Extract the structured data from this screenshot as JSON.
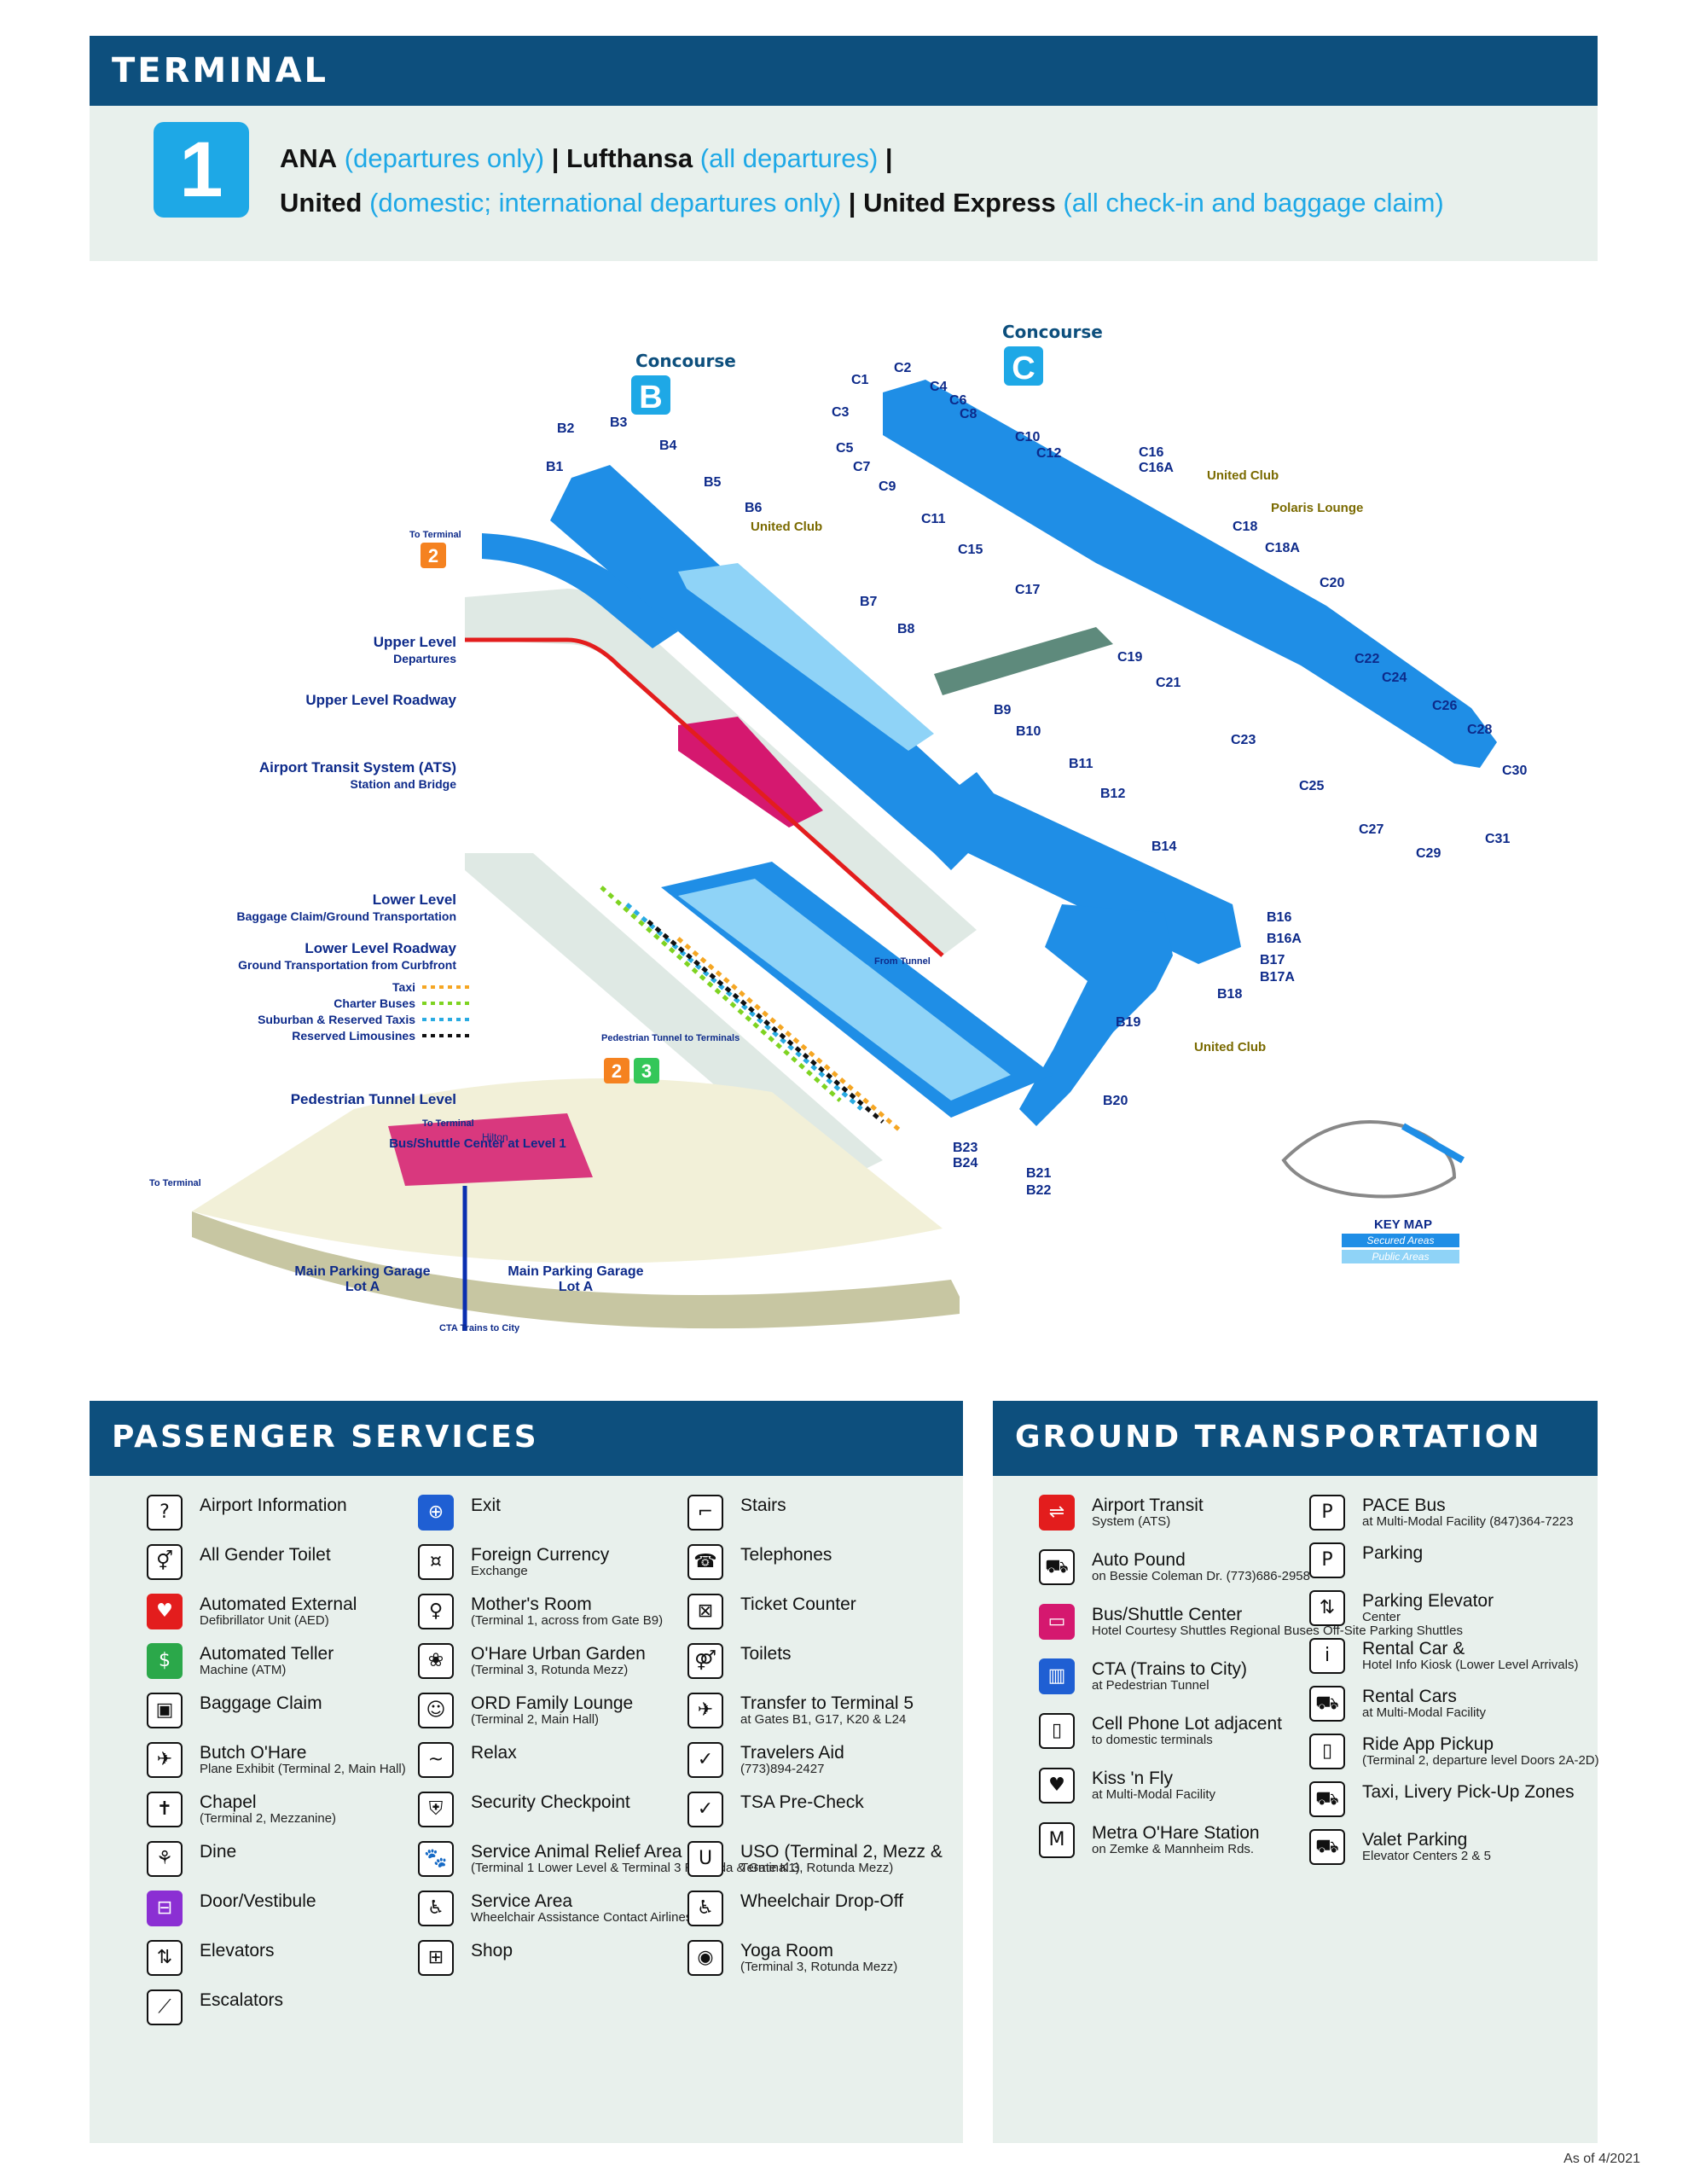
{
  "header": {
    "title": "TERMINAL",
    "terminal_number": "1"
  },
  "airlines": {
    "line1": [
      {
        "name": "ANA",
        "note": "(departures only)"
      },
      {
        "sep": "|"
      },
      {
        "name": "Lufthansa",
        "note": "(all departures)"
      },
      {
        "sep": "|"
      }
    ],
    "line2": [
      {
        "name": "United",
        "note": "(domestic; international departures only)"
      },
      {
        "sep": "|"
      },
      {
        "name": "United Express",
        "note": "(all check-in and baggage claim)"
      }
    ]
  },
  "map": {
    "concourse_b_title": "Concourse",
    "concourse_b": "B",
    "concourse_c_title": "Concourse",
    "concourse_c": "C",
    "gates_b": [
      "B1",
      "B2",
      "B3",
      "B4",
      "B5",
      "B6",
      "B7",
      "B8",
      "B9",
      "B10",
      "B11",
      "B12",
      "B14",
      "B16",
      "B16A",
      "B17",
      "B17A",
      "B18",
      "B19",
      "B20",
      "B21",
      "B22",
      "B23",
      "B24"
    ],
    "gates_c": [
      "C1",
      "C2",
      "C3",
      "C4",
      "C5",
      "C6",
      "C7",
      "C8",
      "C9",
      "C10",
      "C11",
      "C12",
      "C15",
      "C16",
      "C16A",
      "C17",
      "C18",
      "C18A",
      "C19",
      "C20",
      "C21",
      "C22",
      "C23",
      "C24",
      "C25",
      "C26",
      "C27",
      "C28",
      "C29",
      "C30",
      "C31"
    ],
    "callouts": {
      "united_club": "United Club",
      "polaris_lounge": "Polaris Lounge",
      "to_terminal": "To Terminal",
      "from_tunnel": "From Tunnel",
      "pedestrian_tunnel_to_terminals": "Pedestrian Tunnel to Terminals",
      "hilton": "Hilton",
      "bus_shuttle_center": "Bus/Shuttle Center at Level 1",
      "main_parking_garage": "Main Parking Garage",
      "lot_a": "Lot A",
      "cta_trains": "CTA Trains to City"
    },
    "levels": {
      "upper_level": "Upper Level",
      "departures": "Departures",
      "upper_level_roadway": "Upper Level Roadway",
      "ats": "Airport Transit System (ATS)",
      "ats_sub": "Station and Bridge",
      "lower_level": "Lower Level",
      "lower_level_sub": "Baggage Claim/Ground Transportation",
      "lower_roadway": "Lower Level Roadway",
      "lower_roadway_sub": "Ground Transportation from Curbfront",
      "taxi": "Taxi",
      "charter_buses": "Charter Buses",
      "suburban_taxis": "Suburban & Reserved Taxis",
      "reserved_limousines": "Reserved Limousines",
      "pedestrian_tunnel_level": "Pedestrian Tunnel Level"
    },
    "keymap": {
      "title": "KEY MAP",
      "secured": "Secured Areas",
      "public": "Public Areas"
    },
    "colors": {
      "secured": "#1f8ee6",
      "public": "#8fd3f7",
      "ats": "#d5186f",
      "taxi": "#f5a623",
      "charter": "#7ed321",
      "suburban": "#29abe2",
      "limo": "#111111"
    }
  },
  "passenger_services": {
    "title": "PASSENGER SERVICES",
    "col1": [
      {
        "icon": "question-icon",
        "label": "Airport Information",
        "sub": ""
      },
      {
        "icon": "all-gender-toilet-icon",
        "label": "All Gender Toilet",
        "sub": ""
      },
      {
        "icon": "aed-icon",
        "label": "Automated External",
        "sub": "Defibrillator Unit (AED)"
      },
      {
        "icon": "atm-icon",
        "label": "Automated Teller",
        "sub": "Machine (ATM)"
      },
      {
        "icon": "baggage-claim-icon",
        "label": "Baggage Claim",
        "sub": ""
      },
      {
        "icon": "plane-exhibit-icon",
        "label": "Butch O'Hare",
        "sub": "Plane Exhibit (Terminal 2, Main Hall)"
      },
      {
        "icon": "chapel-icon",
        "label": "Chapel",
        "sub": "(Terminal 2, Mezzanine)"
      },
      {
        "icon": "dine-icon",
        "label": "Dine",
        "sub": ""
      },
      {
        "icon": "door-vestibule-icon",
        "label": "Door/Vestibule",
        "sub": ""
      },
      {
        "icon": "elevator-icon",
        "label": "Elevators",
        "sub": ""
      },
      {
        "icon": "escalator-icon",
        "label": "Escalators",
        "sub": ""
      }
    ],
    "col2": [
      {
        "icon": "exit-icon",
        "label": "Exit",
        "sub": ""
      },
      {
        "icon": "currency-exchange-icon",
        "label": "Foreign Currency",
        "sub": "Exchange"
      },
      {
        "icon": "mothers-room-icon",
        "label": "Mother's Room",
        "sub": "(Terminal 1, across from Gate B9)"
      },
      {
        "icon": "urban-garden-icon",
        "label": "O'Hare Urban Garden",
        "sub": "(Terminal 3, Rotunda Mezz)"
      },
      {
        "icon": "family-lounge-icon",
        "label": "ORD Family Lounge",
        "sub": "(Terminal 2, Main Hall)"
      },
      {
        "icon": "relax-icon",
        "label": "Relax",
        "sub": ""
      },
      {
        "icon": "security-checkpoint-icon",
        "label": "Security Checkpoint",
        "sub": ""
      },
      {
        "icon": "animal-relief-icon",
        "label": "Service Animal Relief Area",
        "sub": "(Terminal 1 Lower Level & Terminal 3 Rotunda & Gate K1)"
      },
      {
        "icon": "service-area-icon",
        "label": "Service Area",
        "sub": "Wheelchair Assistance Contact Airlines"
      },
      {
        "icon": "shop-icon",
        "label": "Shop",
        "sub": ""
      }
    ],
    "col3": [
      {
        "icon": "stairs-icon",
        "label": "Stairs",
        "sub": ""
      },
      {
        "icon": "telephone-icon",
        "label": "Telephones",
        "sub": ""
      },
      {
        "icon": "ticket-counter-icon",
        "label": "Ticket Counter",
        "sub": ""
      },
      {
        "icon": "toilets-icon",
        "label": "Toilets",
        "sub": ""
      },
      {
        "icon": "transfer-icon",
        "label": "Transfer to Terminal 5",
        "sub": "at Gates B1, G17, K20 & L24"
      },
      {
        "icon": "travelers-aid-icon",
        "label": "Travelers Aid",
        "sub": "(773)894-2427"
      },
      {
        "icon": "tsa-precheck-icon",
        "label": "TSA Pre-Check",
        "sub": ""
      },
      {
        "icon": "uso-icon",
        "label": "USO (Terminal 2, Mezz &",
        "sub": "Terminal 3, Rotunda Mezz)"
      },
      {
        "icon": "wheelchair-icon",
        "label": "Wheelchair Drop-Off",
        "sub": ""
      },
      {
        "icon": "yoga-icon",
        "label": "Yoga Room",
        "sub": "(Terminal 3, Rotunda Mezz)"
      }
    ]
  },
  "ground_transportation": {
    "title": "GROUND TRANSPORTATION",
    "col1": [
      {
        "icon": "ats-train-icon",
        "label": "Airport Transit",
        "sub": "System (ATS)"
      },
      {
        "icon": "auto-pound-icon",
        "label": "Auto Pound",
        "sub": "on Bessie Coleman Dr. (773)686-2958"
      },
      {
        "icon": "bus-shuttle-icon",
        "label": "Bus/Shuttle Center",
        "sub": "Hotel Courtesy Shuttles Regional Buses Off-Site Parking Shuttles"
      },
      {
        "icon": "cta-train-icon",
        "label": "CTA (Trains to City)",
        "sub": "at Pedestrian Tunnel"
      },
      {
        "icon": "cell-phone-lot-icon",
        "label": "Cell Phone Lot adjacent",
        "sub": "to domestic terminals"
      },
      {
        "icon": "kiss-n-fly-icon",
        "label": "Kiss 'n Fly",
        "sub": "at Multi-Modal Facility"
      },
      {
        "icon": "metra-icon",
        "label": "Metra O'Hare Station",
        "sub": "on Zemke & Mannheim Rds."
      }
    ],
    "col2": [
      {
        "icon": "pace-bus-icon",
        "label": "PACE Bus",
        "sub": "at Multi-Modal Facility (847)364-7223"
      },
      {
        "icon": "parking-icon",
        "label": "Parking",
        "sub": ""
      },
      {
        "icon": "parking-elevator-icon",
        "label": "Parking Elevator",
        "sub": "Center"
      },
      {
        "icon": "rental-car-kiosk-icon",
        "label": "Rental Car &",
        "sub": "Hotel Info Kiosk (Lower Level Arrivals)"
      },
      {
        "icon": "rental-cars-icon",
        "label": "Rental Cars",
        "sub": "at Multi-Modal Facility"
      },
      {
        "icon": "ride-app-icon",
        "label": "Ride App Pickup",
        "sub": "(Terminal 2, departure level Doors 2A-2D)"
      },
      {
        "icon": "taxi-livery-icon",
        "label": "Taxi, Livery Pick-Up Zones",
        "sub": ""
      },
      {
        "icon": "valet-parking-icon",
        "label": "Valet Parking",
        "sub": "Elevator Centers 2 & 5"
      }
    ]
  },
  "as_of": "As of 4/2021"
}
